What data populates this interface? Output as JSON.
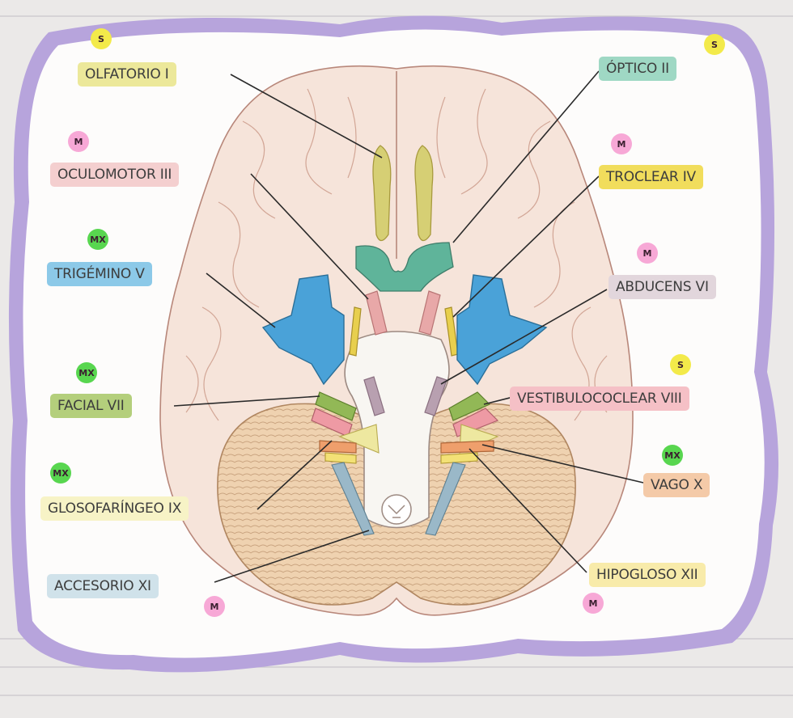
{
  "title": "",
  "colors": {
    "sensory": "#f3ea4a",
    "motor": "#f7a8d6",
    "mixed": "#58d64f",
    "olf": "#d6cf74",
    "opt": "#5fb49a",
    "ocm": "#e8a8a8",
    "tro": "#e8cf4e",
    "tri": "#4aa2d8",
    "abd": "#b8a0b0",
    "fac": "#92b856",
    "ves": "#ee9aa4",
    "glo": "#eee8a0",
    "vag": "#ef9f6c",
    "acc": "#9ab8c8",
    "hyp": "#f3e176"
  },
  "nerves": [
    {
      "id": "olf",
      "label": "OLFATORIO I",
      "type": "S"
    },
    {
      "id": "opt",
      "label": "ÓPTICO II",
      "type": "S"
    },
    {
      "id": "ocm",
      "label": "OCULOMOTOR III",
      "type": "M"
    },
    {
      "id": "tro",
      "label": "TROCLEAR IV",
      "type": "M"
    },
    {
      "id": "tri",
      "label": "TRIGÉMINO V",
      "type": "MX"
    },
    {
      "id": "abd",
      "label": "ABDUCENS VI",
      "type": "M"
    },
    {
      "id": "fac",
      "label": "FACIAL VII",
      "type": "MX"
    },
    {
      "id": "ves",
      "label": "VESTIBULOCOCLEAR VIII",
      "type": "S"
    },
    {
      "id": "glo",
      "label": "GLOSOFARÍNGEO IX",
      "type": "MX"
    },
    {
      "id": "vag",
      "label": "VAGO X",
      "type": "MX"
    },
    {
      "id": "acc",
      "label": "ACCESORIO XI",
      "type": "M"
    },
    {
      "id": "hyp",
      "label": "HIPOGLOSO XII",
      "type": "M"
    }
  ]
}
